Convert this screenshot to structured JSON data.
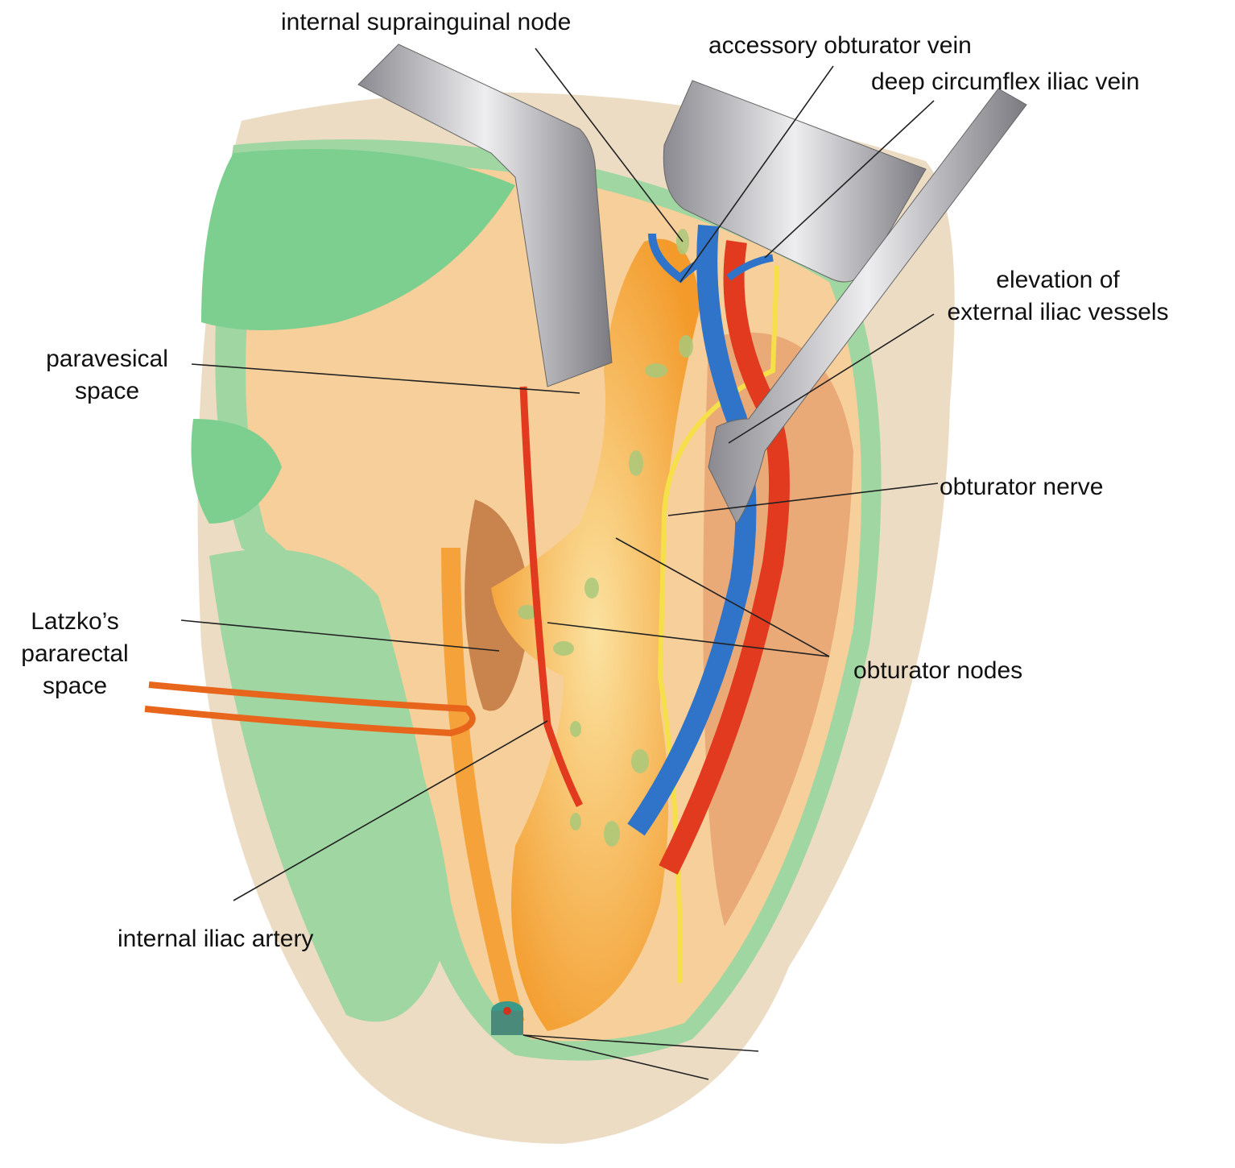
{
  "labels": {
    "internal_suprainguinal_node": "internal suprainguinal node",
    "accessory_obturator_vein": "accessory obturator vein",
    "deep_circumflex_iliac_vein": "deep circumflex iliac vein",
    "elevation_line1": "elevation of",
    "elevation_line2": "external iliac vessels",
    "paravesical_line1": "paravesical",
    "paravesical_line2": "space",
    "obturator_nerve": "obturator nerve",
    "latzko_line1": "Latzko’s",
    "latzko_line2": "pararectal",
    "latzko_line3": "space",
    "obturator_nodes": "obturator nodes",
    "internal_iliac_artery": "internal iliac artery"
  },
  "colors": {
    "tissue": "#f6cf9a",
    "peritoneum": "#8fd39a",
    "vein": "#2f74c8",
    "artery": "#e23a1e",
    "nerve": "#f5e04a",
    "nodes": "#f7a21c",
    "steel": "#b8b8bc"
  }
}
